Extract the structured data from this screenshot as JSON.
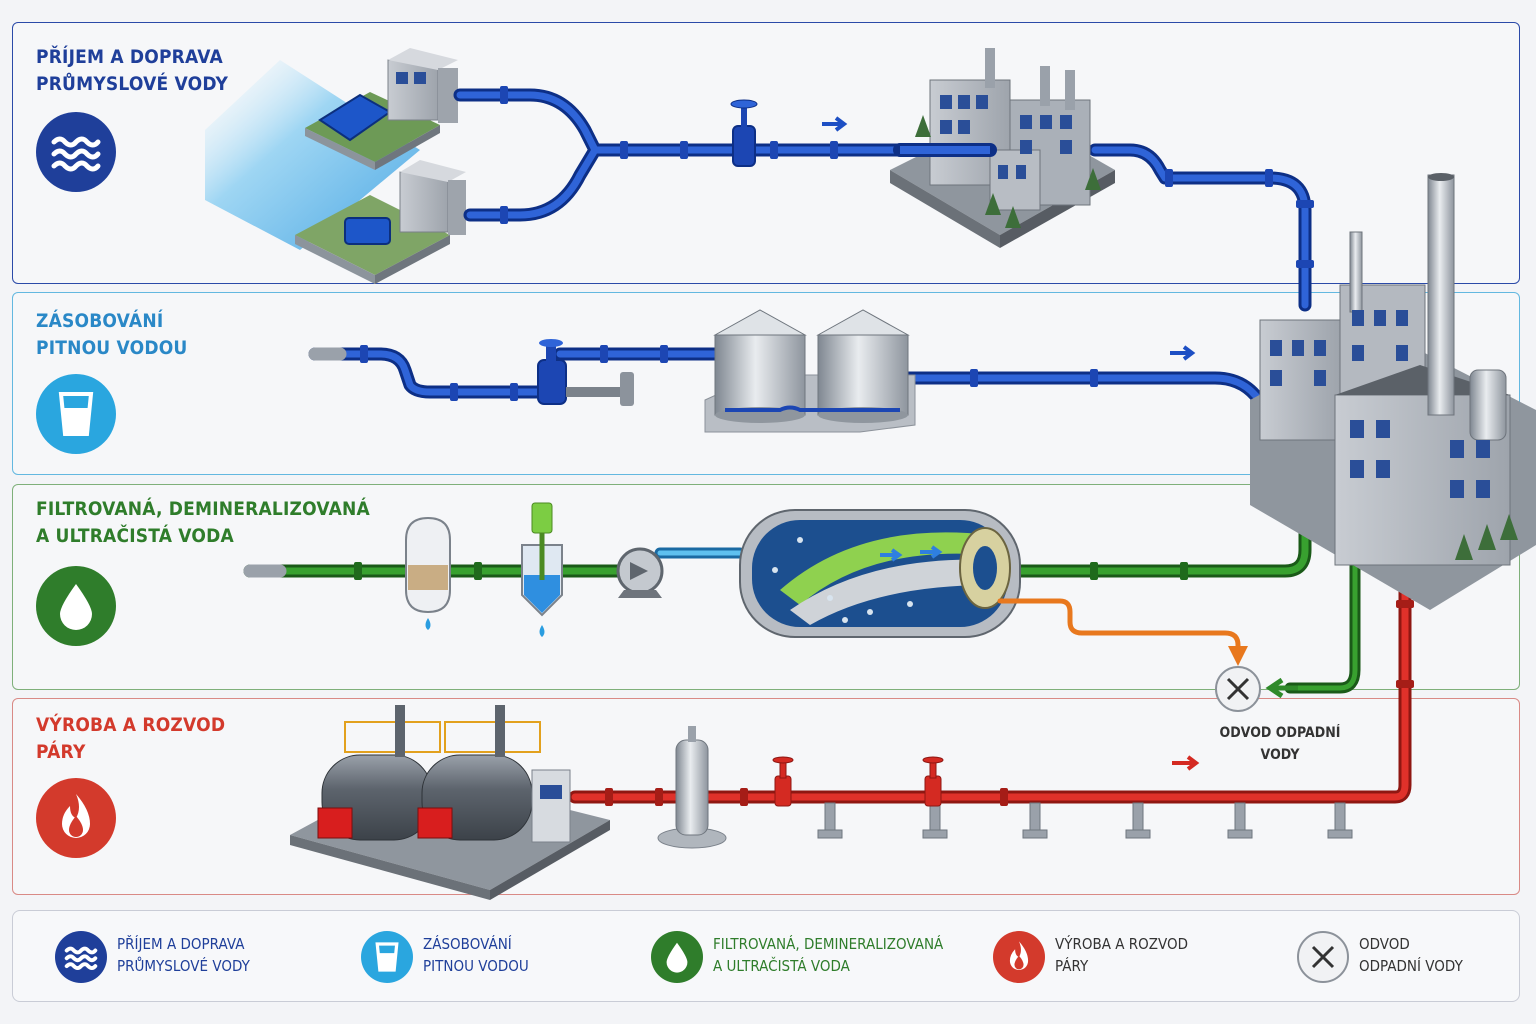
{
  "colors": {
    "industrial": "#1f3f9a",
    "potable": "#2aa6df",
    "treated": "#2f7d2b",
    "steam": "#d33a2c",
    "waste": "#555555",
    "pipe_blue": "#1d4fc4",
    "pipe_green": "#2f8a2a",
    "pipe_red": "#d42a22",
    "pipe_orange": "#e8781e"
  },
  "bands": [
    {
      "id": "industrial",
      "title": "PŘÍJEM A DOPRAVA\nPRŮMYSLOVÉ VODY",
      "icon": "waves-icon",
      "color": "#1f3f9a"
    },
    {
      "id": "potable",
      "title": "ZÁSOBOVÁNÍ\nPITNOU VODOU",
      "icon": "glass-icon",
      "color": "#2aa6df"
    },
    {
      "id": "treated",
      "title": "FILTROVANÁ, DEMINERALIZOVANÁ\nA ULTRAČISTÁ VODA",
      "icon": "droplet-icon",
      "color": "#2f7d2b"
    },
    {
      "id": "steam",
      "title": "VÝROBA A ROZVOD\nPÁRY",
      "icon": "flame-icon",
      "color": "#d33a2c"
    }
  ],
  "waste": {
    "label": "ODVOD ODPADNÍ\nVODY",
    "icon": "close-circle-icon"
  },
  "legend": [
    {
      "label": "PŘÍJEM A DOPRAVA\nPRŮMYSLOVÉ VODY",
      "icon": "waves-icon",
      "color": "#1f3f9a"
    },
    {
      "label": "ZÁSOBOVÁNÍ\nPITNOU VODOU",
      "icon": "glass-icon",
      "color": "#2aa6df"
    },
    {
      "label": "FILTROVANÁ, DEMINERALIZOVANÁ\nA ULTRAČISTÁ VODA",
      "icon": "droplet-icon",
      "color": "#2f7d2b"
    },
    {
      "label": "VÝROBA A ROZVOD\nPÁRY",
      "icon": "flame-icon",
      "color": "#d33a2c"
    },
    {
      "label": "ODVOD\nODPADNÍ VODY",
      "icon": "close-circle-icon",
      "color": "#555555"
    }
  ]
}
